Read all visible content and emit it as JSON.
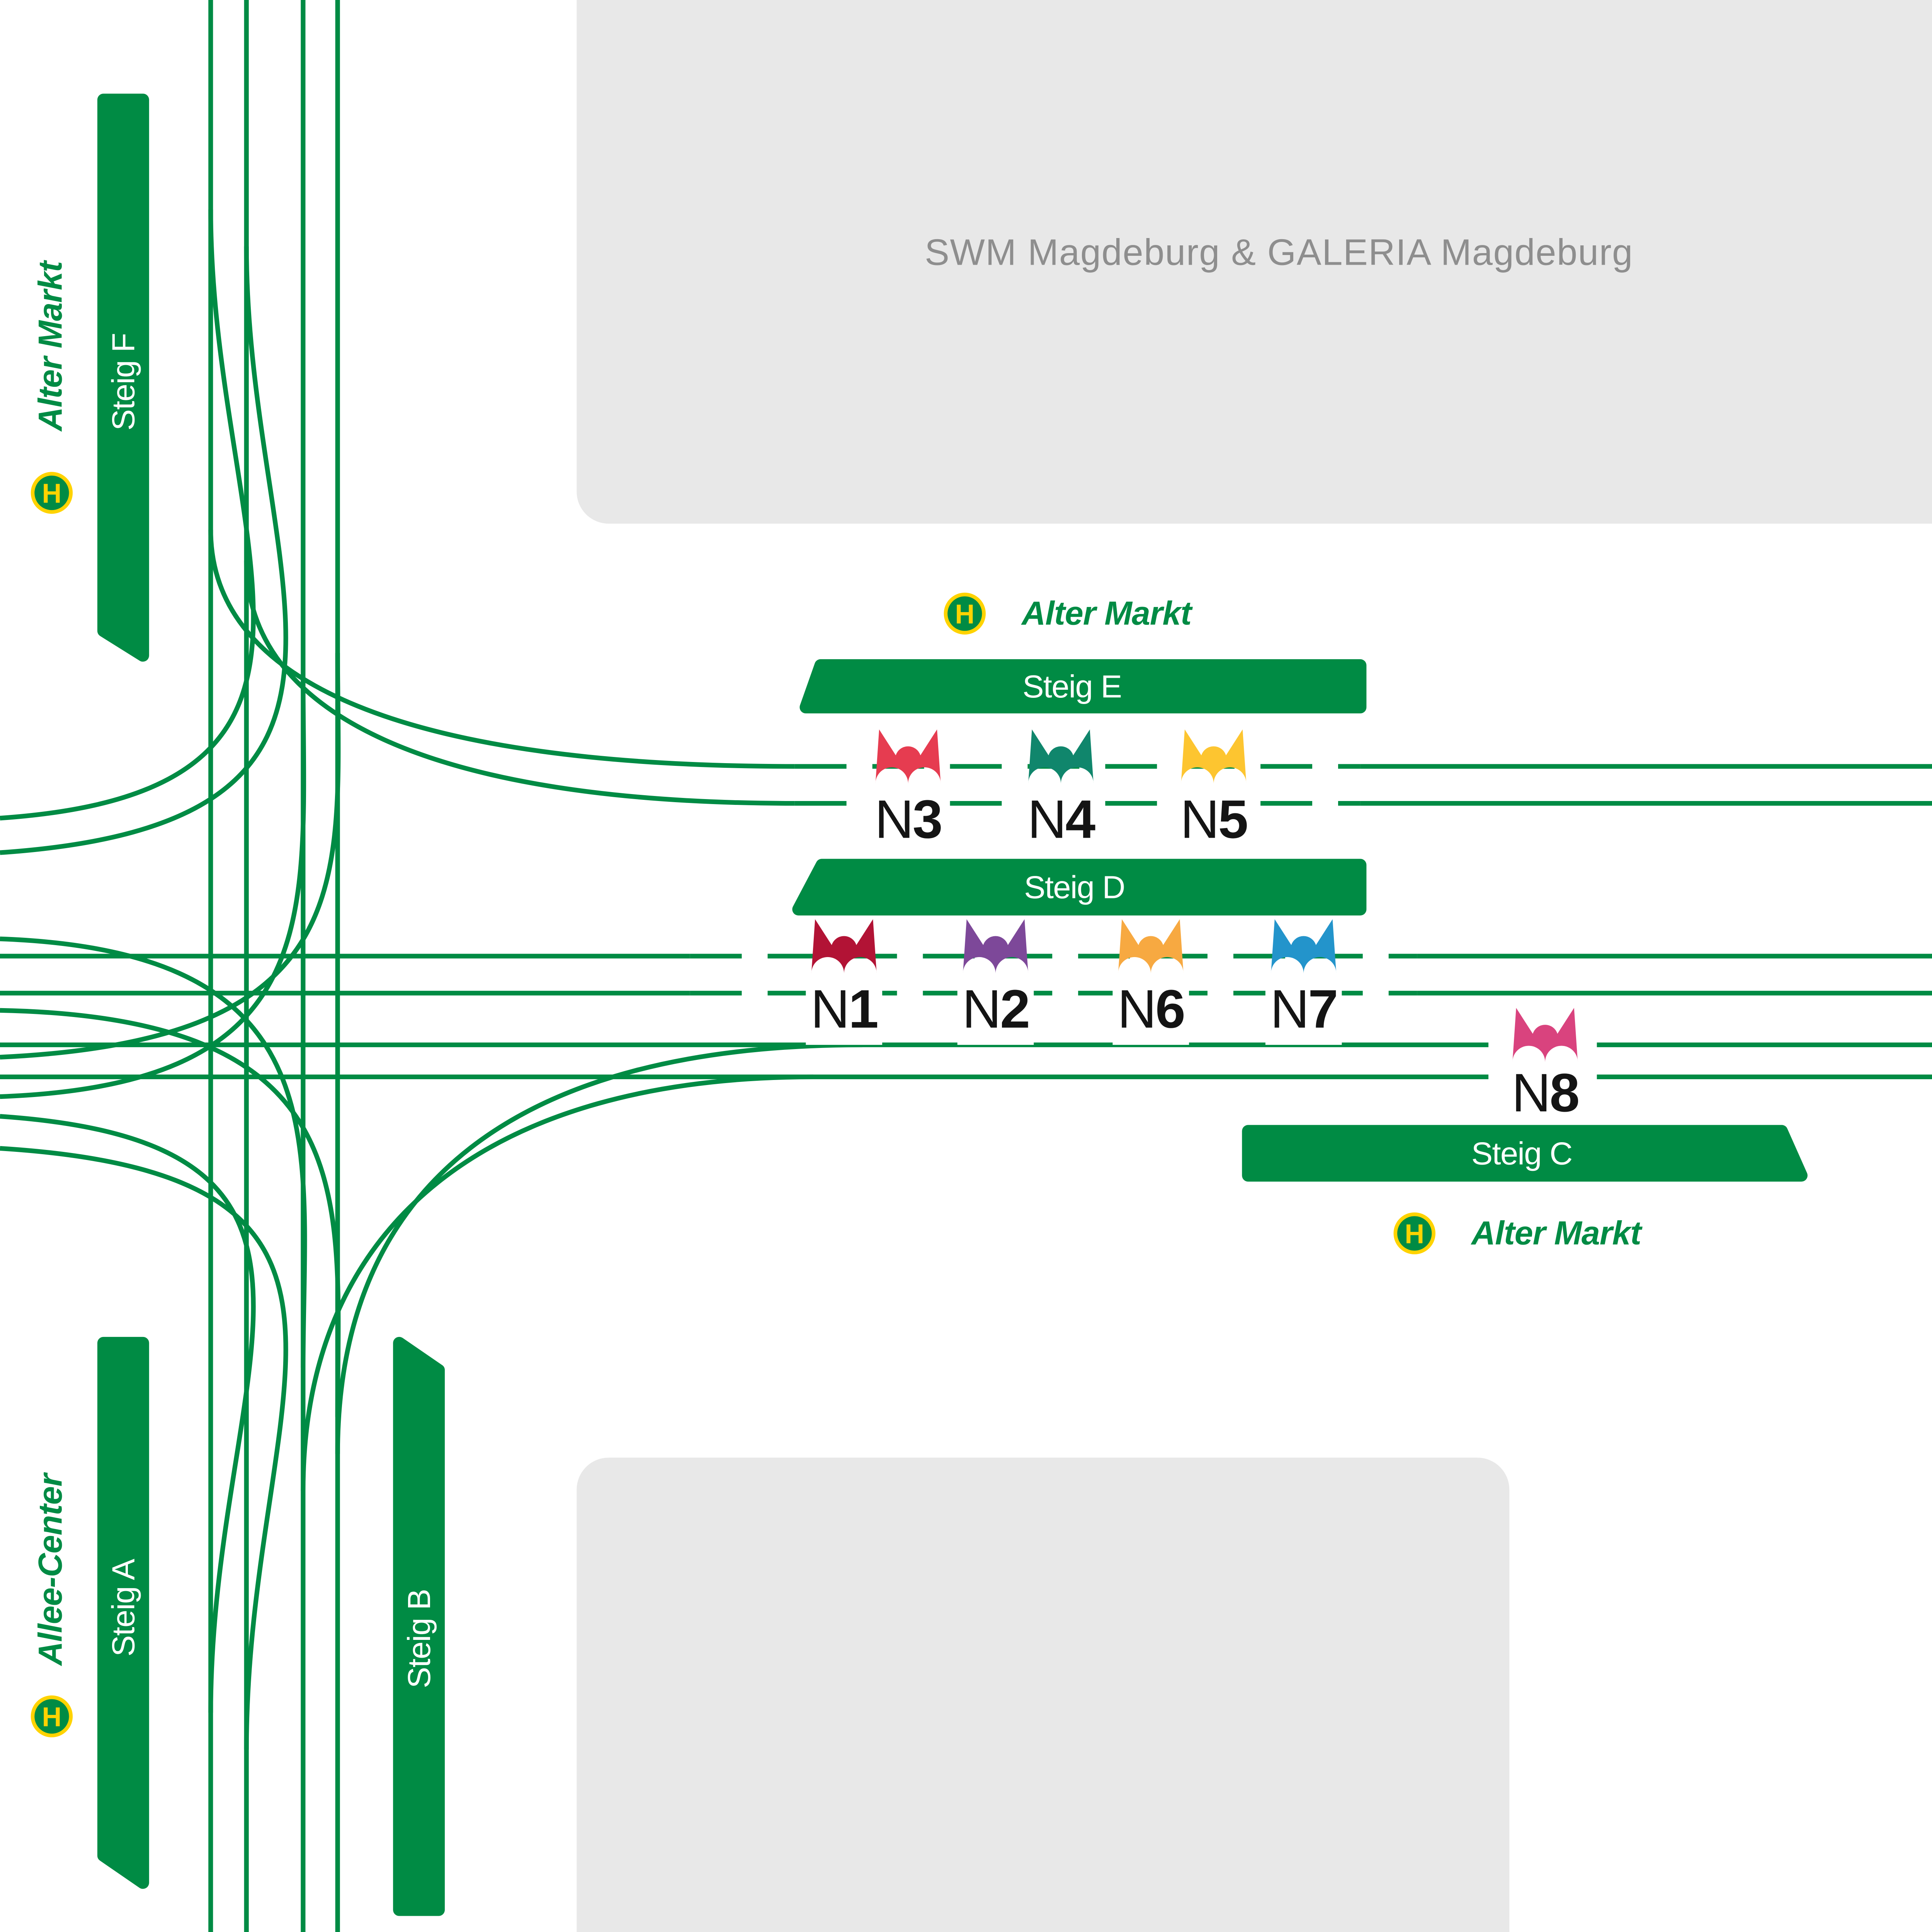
{
  "colors": {
    "track_green": "#008b44",
    "platform_green": "#008b44",
    "sign_yellow": "#ffd300",
    "building_gray": "#e8e8e8",
    "building_text_gray": "#8e8e8e",
    "night_label_black": "#141414",
    "white": "#ffffff"
  },
  "buildings": {
    "top_label": "SWM Magdeburg & GALERIA Magdeburg"
  },
  "sign_letter": "H",
  "stops": {
    "northwest": "Alter Markt",
    "center": "Alter Markt",
    "southeast": "Alter Markt",
    "southwest": "Allee-Center"
  },
  "platforms": {
    "F": "Steig F",
    "E": "Steig E",
    "D": "Steig D",
    "C": "Steig C",
    "A": "Steig A",
    "B": "Steig B"
  },
  "night_lines": [
    {
      "id": "N1",
      "prefix": "N",
      "number": "1",
      "color": "#b21335"
    },
    {
      "id": "N2",
      "prefix": "N",
      "number": "2",
      "color": "#7d4899"
    },
    {
      "id": "N3",
      "prefix": "N",
      "number": "3",
      "color": "#e63c50"
    },
    {
      "id": "N4",
      "prefix": "N",
      "number": "4",
      "color": "#10866c"
    },
    {
      "id": "N5",
      "prefix": "N",
      "number": "5",
      "color": "#fdc530"
    },
    {
      "id": "N6",
      "prefix": "N",
      "number": "6",
      "color": "#f7a941"
    },
    {
      "id": "N7",
      "prefix": "N",
      "number": "7",
      "color": "#2394cb"
    },
    {
      "id": "N8",
      "prefix": "N",
      "number": "8",
      "color": "#d9437e"
    }
  ]
}
